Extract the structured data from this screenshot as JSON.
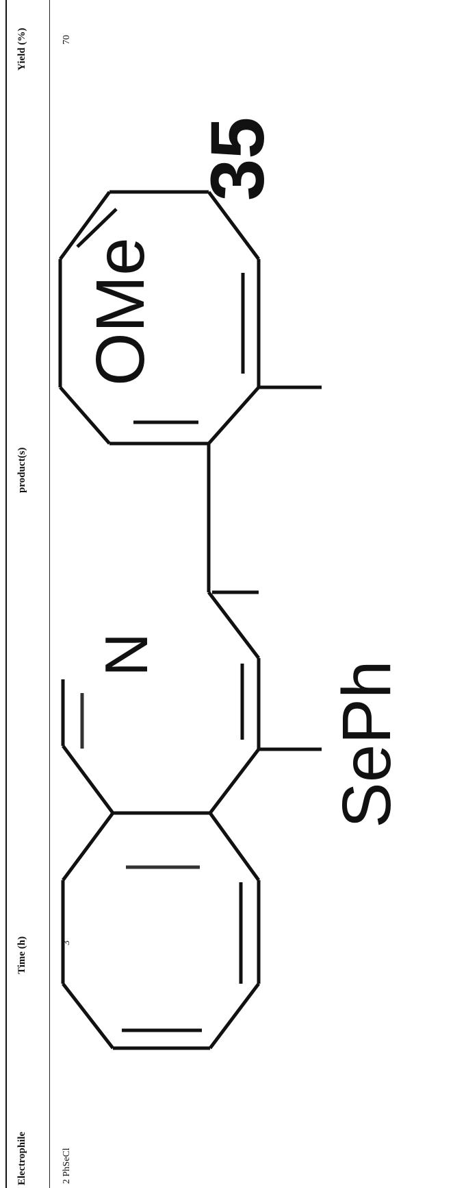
{
  "table": {
    "headers": {
      "electrophile": "Electrophile",
      "time": "Time (h)",
      "product": "product(s)",
      "yield": "Yield (%)"
    },
    "rows": [
      {
        "electrophile": "2 PhSeCl",
        "time": "3",
        "yield": "70",
        "structure": {
          "atom_labels": {
            "nitrogen": "N",
            "selenium_group": "SePh",
            "methoxy_group": "OMe"
          },
          "compound_number": "35"
        }
      }
    ]
  }
}
